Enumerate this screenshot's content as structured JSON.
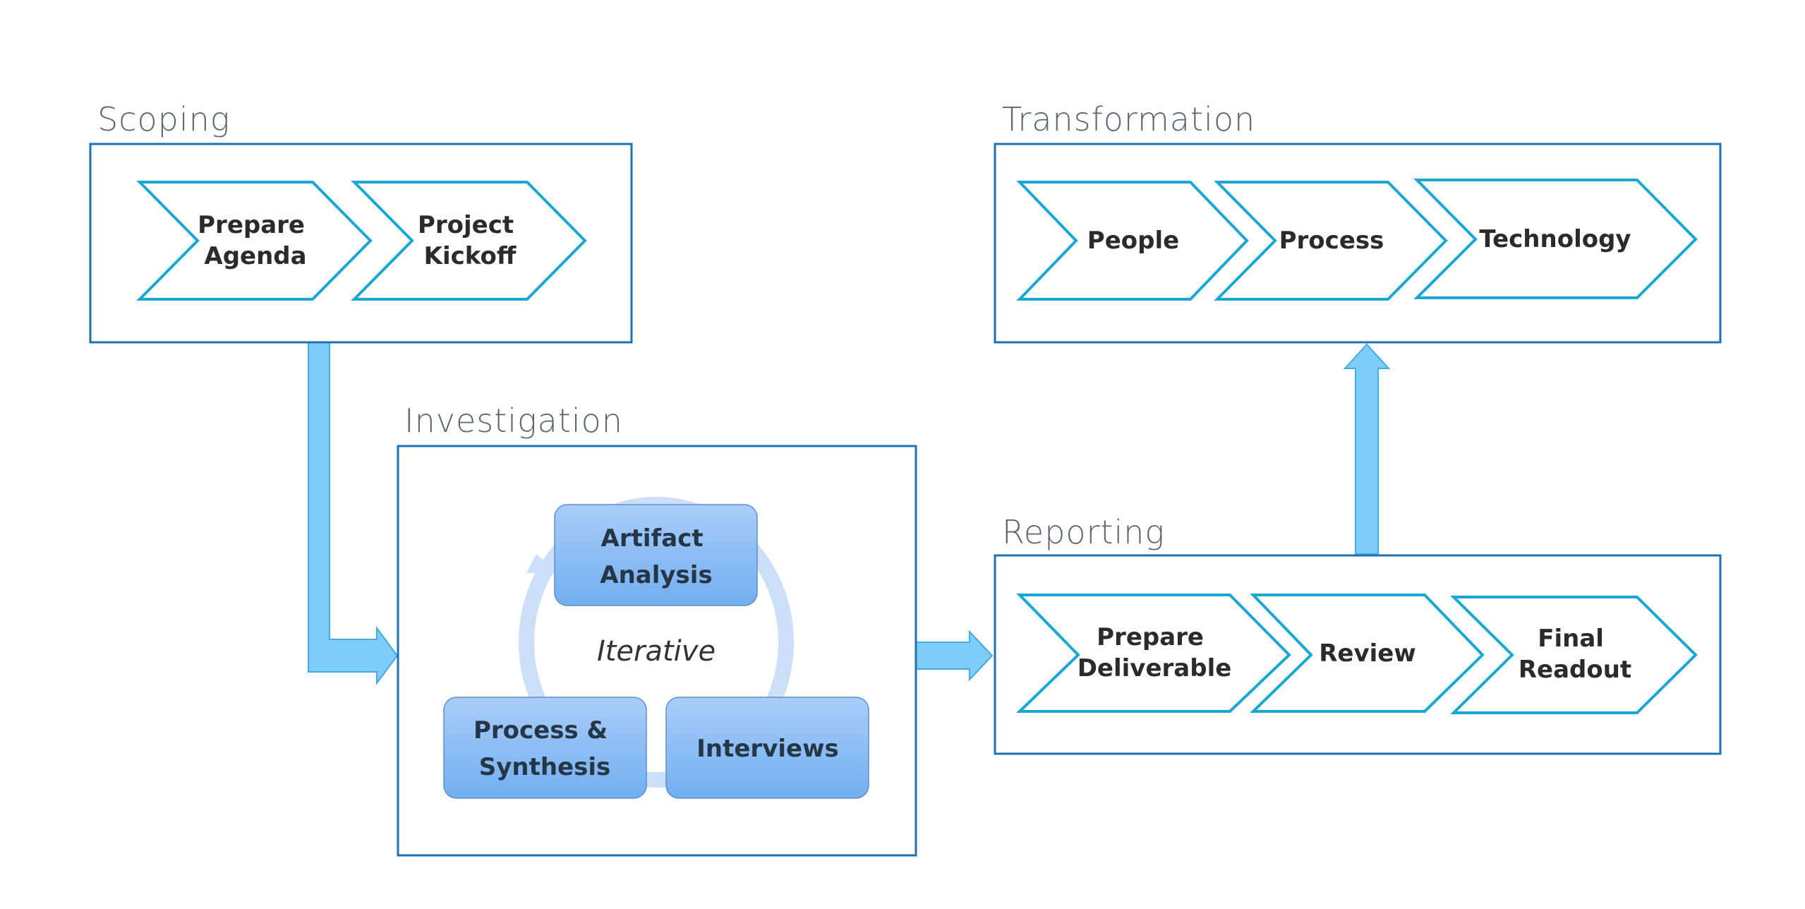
{
  "sections": {
    "scoping": {
      "title": "Scoping",
      "steps": [
        {
          "lines": [
            "Prepare",
            "Agenda"
          ]
        },
        {
          "lines": [
            "Project",
            "Kickoff"
          ]
        }
      ]
    },
    "investigation": {
      "title": "Investigation",
      "cycle_label": "Iterative",
      "boxes": [
        {
          "lines": [
            "Artifact",
            "Analysis"
          ]
        },
        {
          "lines": [
            "Interviews"
          ]
        },
        {
          "lines": [
            "Process &",
            "Synthesis"
          ]
        }
      ]
    },
    "reporting": {
      "title": "Reporting",
      "steps": [
        {
          "lines": [
            "Prepare",
            "Deliverable"
          ]
        },
        {
          "lines": [
            "Review"
          ]
        },
        {
          "lines": [
            "Final",
            "Readout"
          ]
        }
      ]
    },
    "transformation": {
      "title": "Transformation",
      "steps": [
        {
          "lines": [
            "People"
          ]
        },
        {
          "lines": [
            "Process"
          ]
        },
        {
          "lines": [
            "Technology"
          ]
        }
      ]
    }
  },
  "colors": {
    "frame_border": "#1f72b2",
    "chevron_stroke": "#1aa7d6",
    "flow_arrow_fill": "#7ecdf8",
    "box_fill_top": "#a9cdf9",
    "box_fill_bottom": "#72aef0",
    "cycle_ring": "#ccdff9"
  },
  "flow": [
    "Scoping -> Investigation",
    "Investigation -> Reporting",
    "Reporting -> Transformation"
  ]
}
